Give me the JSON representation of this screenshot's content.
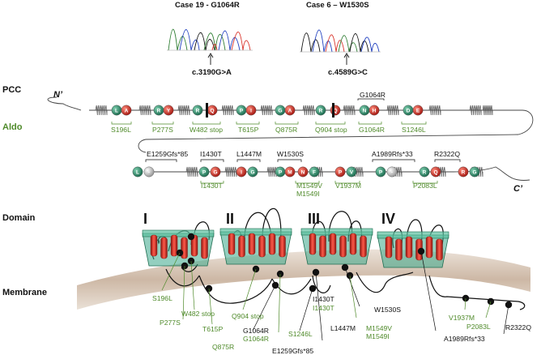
{
  "chromatograms": [
    {
      "case": "Case 19 -  G1064R",
      "mutation": "c.3190G>A"
    },
    {
      "case": "Case 6 – W1530S",
      "mutation": "c.4589G>C"
    }
  ],
  "row_labels": {
    "pcc": "PCC",
    "aldo": "Aldo"
  },
  "termini": {
    "n": "N’",
    "c": "C’"
  },
  "domain_row": {
    "domain": "Domain",
    "membrane": "Membrane",
    "numerals": [
      "I",
      "II",
      "III",
      "IV"
    ]
  },
  "beads_row1": [
    {
      "letter": "L",
      "c": "g"
    },
    {
      "letter": "A",
      "c": "r"
    },
    {
      "letter": "R",
      "c": "g"
    },
    {
      "letter": "Y",
      "c": "r"
    },
    {
      "letter": "R",
      "c": "g"
    },
    {
      "letter": "Q",
      "c": "r"
    },
    {
      "letter": "P",
      "c": "g"
    },
    {
      "letter": "I",
      "c": "r"
    },
    {
      "letter": "G",
      "c": "g"
    },
    {
      "letter": "A",
      "c": "r"
    },
    {
      "letter": "R",
      "c": "g"
    },
    {
      "letter": "Q",
      "c": "r"
    },
    {
      "letter": "N",
      "c": "g"
    },
    {
      "letter": "H",
      "c": "r"
    },
    {
      "letter": "D",
      "c": "g"
    },
    {
      "letter": "E",
      "c": "r"
    }
  ],
  "beads_row2": [
    {
      "letter": "L",
      "c": "g"
    },
    {
      "letter": "-",
      "c": "w"
    },
    {
      "letter": "P",
      "c": "g"
    },
    {
      "letter": "G",
      "c": "r"
    },
    {
      "letter": "I",
      "c": "r"
    },
    {
      "letter": "G",
      "c": "g"
    },
    {
      "letter": "P",
      "c": "g"
    },
    {
      "letter": "M",
      "c": "r"
    },
    {
      "letter": "N",
      "c": "r"
    },
    {
      "letter": "F",
      "c": "g"
    },
    {
      "letter": "P",
      "c": "r"
    },
    {
      "letter": "V",
      "c": "g"
    },
    {
      "letter": "P",
      "c": "g"
    },
    {
      "letter": "-",
      "c": "w"
    },
    {
      "letter": "R",
      "c": "g"
    },
    {
      "letter": "Q",
      "c": "r"
    },
    {
      "letter": "R",
      "c": "r"
    },
    {
      "letter": "G",
      "c": "g"
    }
  ],
  "pcc_row1": [
    "G1064R"
  ],
  "aldo_row1": [
    "S196L",
    "P277S",
    "W482 stop",
    "T615P",
    "Q875R",
    "Q904 stop",
    "G1064R",
    "S1246L"
  ],
  "pcc_row2": [
    "E1259Gfs*85",
    "I1430T",
    "L1447M",
    "W1530S",
    "A1989Rfs*33",
    "R2322Q"
  ],
  "aldo_row2": [
    "I1430T",
    "M1549V",
    "M1549I",
    "V1937M",
    "P2083L"
  ],
  "membrane_labels": {
    "s196l": "S196L",
    "w482": "W482 stop",
    "p277s": "P277S",
    "t615p": "T615P",
    "q904": "Q904 stop",
    "q875r": "Q875R",
    "g1064r_pcc": "G1064R",
    "g1064r_aldo": "G1064R",
    "s1246l": "S1246L",
    "e1259": "E1259Gfs*85",
    "i1430t_pcc": "I1430T",
    "i1430t_aldo": "I1430T",
    "l1447m": "L1447M",
    "m1549v": "M1549V",
    "m1549i": "M1549I",
    "w1530s": "W1530S",
    "v1937m": "V1937M",
    "p2083l": "P2083L",
    "a1989": "A1989Rfs*33",
    "r2322q": "R2322Q"
  },
  "colors": {
    "pcc": "#111111",
    "aldo": "#4f8a2a",
    "bead_green": "#2f8f6e",
    "bead_red": "#d9342b",
    "membrane": "#cdb9a6",
    "helix": "#d42a24"
  }
}
